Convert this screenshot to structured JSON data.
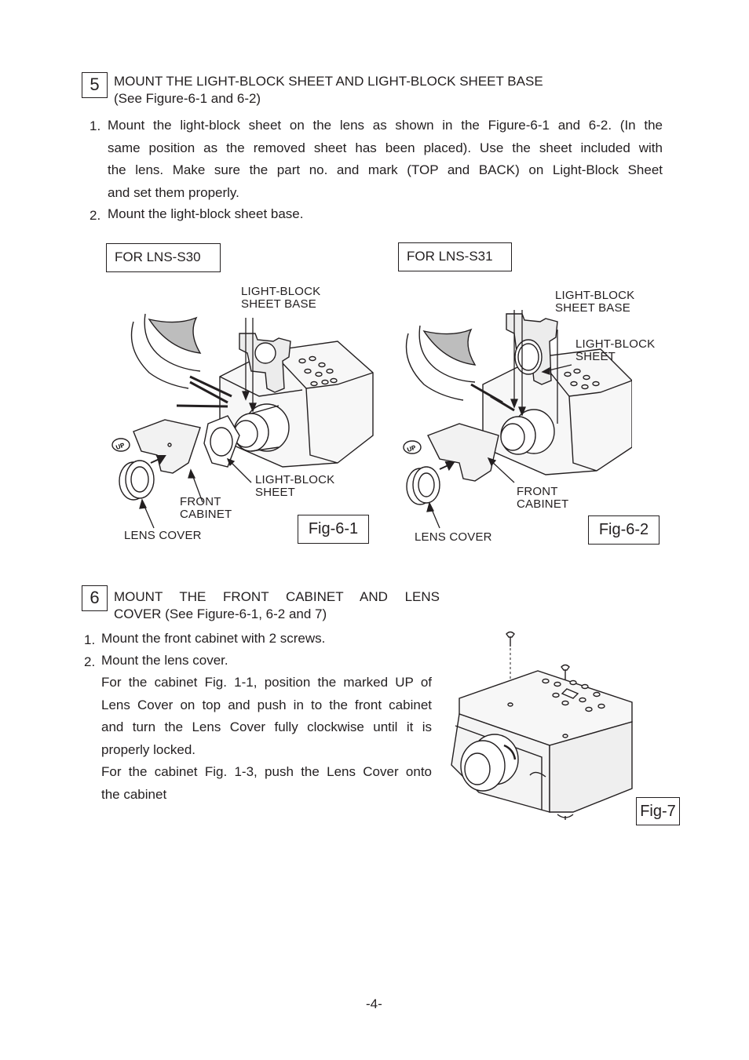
{
  "step5": {
    "number": "5",
    "heading_line1": "MOUNT THE LIGHT-BLOCK SHEET AND LIGHT-BLOCK SHEET BASE",
    "heading_line2": "(See Figure-6-1 and 6-2)",
    "items": [
      {
        "num": "1.",
        "lines": [
          "Mount the light-block sheet on the lens as shown in the Figure-6-1 and 6-2. (In the",
          "same position as the removed sheet has been placed). Use the sheet included with",
          "the lens. Make sure the part no. and mark (TOP and BACK) on Light-Block Sheet",
          "and set them properly."
        ]
      },
      {
        "num": "2.",
        "lines": [
          "Mount the light-block sheet base."
        ]
      }
    ]
  },
  "fig61": {
    "model": "FOR LNS-S30",
    "caption": "Fig-6-1",
    "labels": {
      "sheet_base_1": "LIGHT-BLOCK",
      "sheet_base_2": "SHEET BASE",
      "sheet_1": "LIGHT-BLOCK",
      "sheet_2": "SHEET",
      "cabinet_1": "FRONT",
      "cabinet_2": "CABINET",
      "lens_cover": "LENS COVER"
    }
  },
  "fig62": {
    "model": "FOR LNS-S31",
    "caption": "Fig-6-2",
    "labels": {
      "sheet_base_1": "LIGHT-BLOCK",
      "sheet_base_2": "SHEET BASE",
      "sheet_1": "LIGHT-BLOCK",
      "sheet_2": "SHEET",
      "cabinet_1": "FRONT",
      "cabinet_2": "CABINET",
      "lens_cover": "LENS COVER"
    }
  },
  "step6": {
    "number": "6",
    "heading_line1": "MOUNT THE FRONT CABINET AND LENS",
    "heading_line2": "COVER (See Figure-6-1, 6-2 and 7)",
    "items": [
      {
        "num": "1.",
        "text": "Mount the front cabinet with 2 screws."
      },
      {
        "num": "2.",
        "text": "Mount the lens cover."
      }
    ],
    "sub_lines": [
      "For the cabinet Fig. 1-1, position the marked UP of",
      "Lens Cover on top and push in to the front cabinet",
      "and turn the Lens Cover fully clockwise until it is",
      "properly locked.",
      "For the cabinet Fig. 1-3, push the Lens Cover onto",
      "the cabinet"
    ]
  },
  "fig7": {
    "caption": "Fig-7"
  },
  "lens_mark": "UP",
  "page_number": "-4-"
}
